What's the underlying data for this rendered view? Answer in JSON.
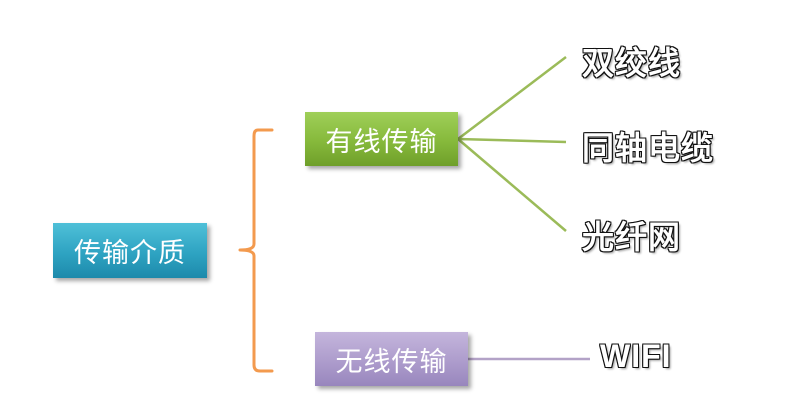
{
  "root": {
    "label": "传输介质"
  },
  "branches": [
    {
      "label": "有线传输",
      "color": "#86b93b",
      "children": [
        "双绞线",
        "同轴电缆",
        "光纤网"
      ]
    },
    {
      "label": "无线传输",
      "color": "#ad9ccc",
      "children": [
        "WIFI"
      ]
    }
  ],
  "colors": {
    "root_box": "#2ea3c2",
    "bracket": "#f39a4e",
    "wired_connector": "#9bbb59",
    "wireless_connector": "#b3a2c7"
  }
}
